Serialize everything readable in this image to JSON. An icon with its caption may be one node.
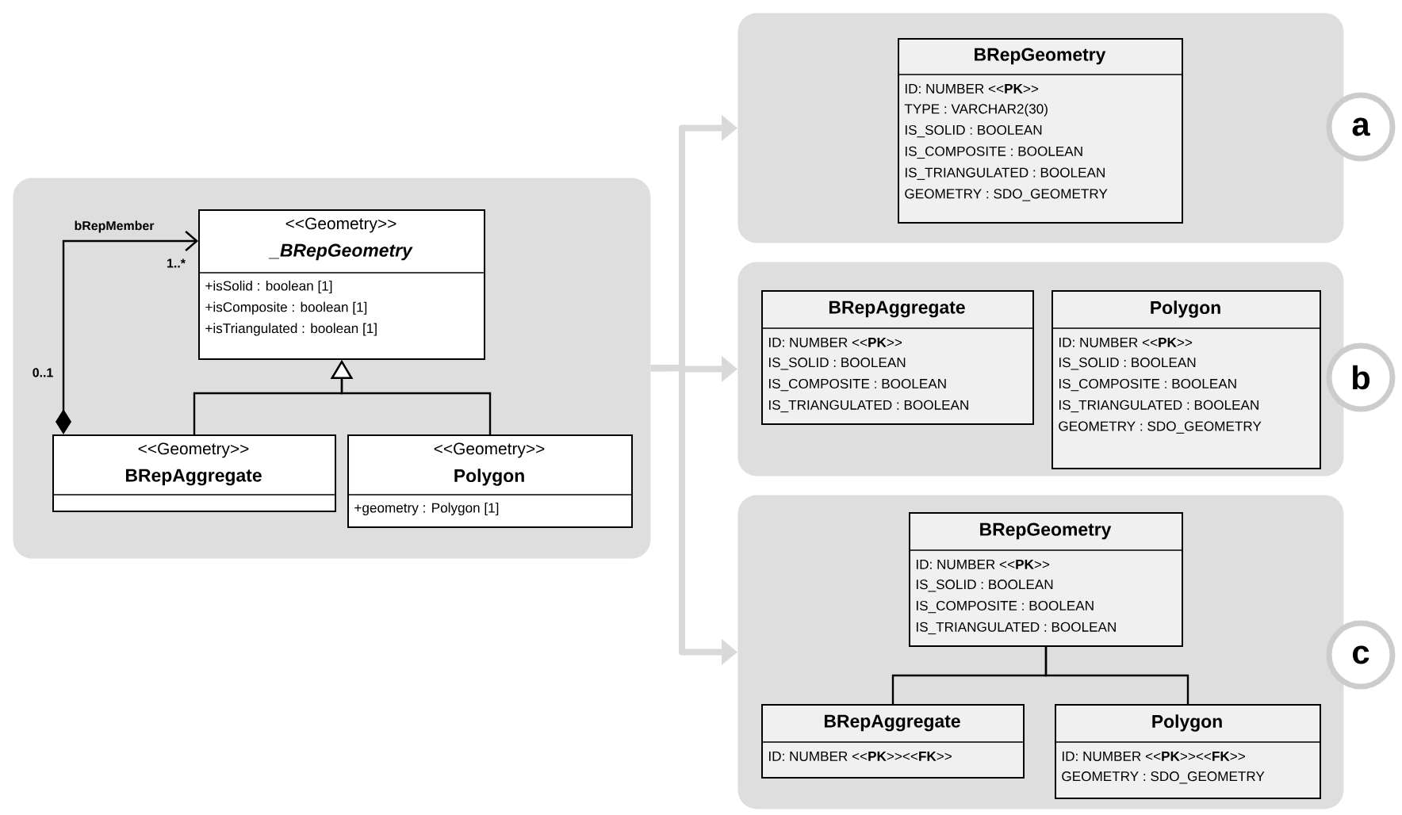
{
  "diagram": {
    "nodes": [
      {
        "text": [],
        "shape": "box"
      },
      {
        "text": [
          "<<Geometry>>",
          "_BRepGeometry",
          "+isSolid : boolean [1]",
          "+isComposite : boolean [1]",
          "+isTriangulated : boolean [1]"
        ],
        "in": 0
      },
      {
        "text": [
          "<<Geometry>>",
          "BRepAggregate"
        ],
        "in": 0
      },
      {
        "text": [
          "<<Geometry>>",
          "Polygon",
          "+geometry : Polygon [1]"
        ],
        "in": 0
      },
      {
        "text": [],
        "shape": "box"
      },
      {
        "text": [
          "BRepGeometry",
          "ID: NUMBER <<**PK**>>",
          "TYPE : VARCHAR2(30)",
          "IS_SOLID : BOOLEAN",
          "IS_COMPOSITE : BOOLEAN",
          "IS_TRIANGULATED : BOOLEAN",
          "GEOMETRY : SDO_GEOMETRY"
        ],
        "in": 4
      },
      {
        "text": [
          "a"
        ]
      },
      {
        "text": [],
        "shape": "box"
      },
      {
        "text": [
          "BRepAggregate",
          "ID: NUMBER <<**PK**>>",
          "IS_SOLID : BOOLEAN",
          "IS_COMPOSITE : BOOLEAN",
          "IS_TRIANGULATED : BOOLEAN"
        ],
        "in": 7
      },
      {
        "text": [
          "Polygon",
          "ID: NUMBER <<**PK**>>",
          "IS_SOLID : BOOLEAN",
          "IS_COMPOSITE : BOOLEAN",
          "IS_TRIANGULATED : BOOLEAN",
          "GEOMETRY : SDO_GEOMETRY"
        ],
        "in": 7
      },
      {
        "text": [
          "b"
        ]
      },
      {
        "text": [],
        "shape": "box"
      },
      {
        "text": [
          "BRepGeometry",
          "ID: NUMBER <<**PK**>>",
          "IS_SOLID : BOOLEAN",
          "IS_COMPOSITE : BOOLEAN",
          "IS_TRIANGULATED : BOOLEAN"
        ],
        "in": 11
      },
      {
        "text": [
          "BRepAggregate",
          "ID: NUMBER <<**PK**>><<**FK**>>"
        ],
        "in": 11
      },
      {
        "text": [
          "Polygon",
          "ID: NUMBER <<**PK**>><<**FK**>>",
          "GEOMETRY : SDO_GEOMETRY"
        ],
        "in": 11
      },
      {
        "text": [
          "c"
        ]
      }
    ],
    "edges": [
      {
        "from": 2,
        "to": 1,
        "arrow": "to",
        "label": "bRepMember"
      },
      {
        "from": 2,
        "to": 1,
        "arrow": "to"
      },
      {
        "from": 3,
        "to": 1,
        "arrow": "to"
      },
      {
        "from": 0,
        "to": 4,
        "arrow": "to",
        "style": "thick",
        "color": "#d9d9d9"
      },
      {
        "from": 0,
        "to": 7,
        "arrow": "to",
        "style": "thick",
        "color": "#d9d9d9"
      },
      {
        "from": 0,
        "to": 11,
        "arrow": "to",
        "style": "thick",
        "color": "#d9d9d9"
      },
      {
        "from": 13,
        "to": 12,
        "arrow": "none"
      },
      {
        "from": 14,
        "to": 12,
        "arrow": "none"
      }
    ],
    "labels": [
      "1..*",
      "0..1"
    ]
  }
}
